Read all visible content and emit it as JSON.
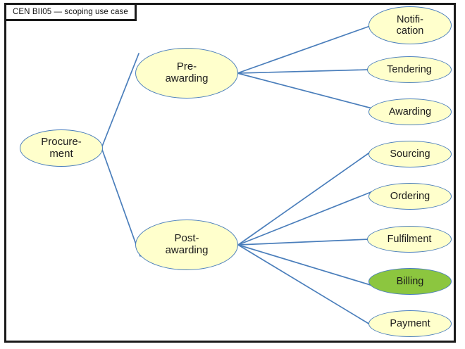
{
  "diagram": {
    "title": "CEN BII05 — scoping use case",
    "colors": {
      "node_fill": "#FFFFCC",
      "node_border": "#4A7EBB",
      "highlight_fill": "#8CC63F",
      "frame_border": "#1A1A1A",
      "edge_line": "#4A7EBB",
      "text": "#1B1B1B",
      "background": "#FFFFFF"
    },
    "nodes": {
      "root": {
        "label": "Procure-\nment",
        "plain": "Procurement"
      },
      "branches": [
        {
          "label": "Pre-\nawarding",
          "plain": "Pre-awarding"
        },
        {
          "label": "Post-\nawarding",
          "plain": "Post-awarding"
        }
      ],
      "pre_awarding_children": [
        {
          "label": "Notifi-\ncation",
          "plain": "Notification",
          "highlighted": false
        },
        {
          "label": "Tendering",
          "plain": "Tendering",
          "highlighted": false
        },
        {
          "label": "Awarding",
          "plain": "Awarding",
          "highlighted": false
        }
      ],
      "post_awarding_children": [
        {
          "label": "Sourcing",
          "plain": "Sourcing",
          "highlighted": false
        },
        {
          "label": "Ordering",
          "plain": "Ordering",
          "highlighted": false
        },
        {
          "label": "Fulfilment",
          "plain": "Fulfilment",
          "highlighted": false
        },
        {
          "label": "Billing",
          "plain": "Billing",
          "highlighted": true
        },
        {
          "label": "Payment",
          "plain": "Payment",
          "highlighted": false
        }
      ]
    }
  }
}
